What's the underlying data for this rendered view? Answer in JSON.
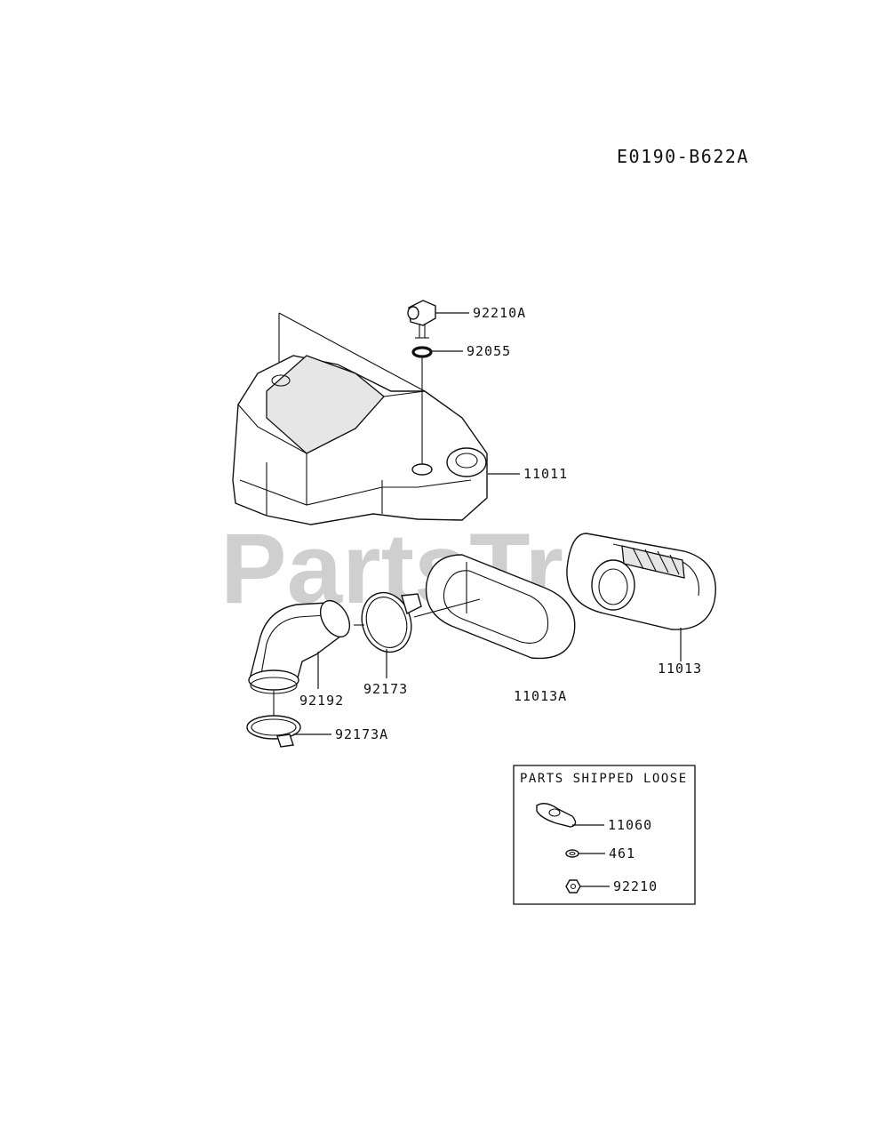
{
  "diagram_code": "E0190-B622A",
  "watermark": "PartsTree",
  "parts": {
    "p92210A": "92210A",
    "p92055": "92055",
    "p11011": "11011",
    "p11013": "11013",
    "p11013A": "11013A",
    "p92192": "92192",
    "p92173": "92173",
    "p92173A": "92173A"
  },
  "loose_box": {
    "title": "PARTS SHIPPED LOOSE",
    "items": [
      "11060",
      "461",
      "92210"
    ]
  }
}
